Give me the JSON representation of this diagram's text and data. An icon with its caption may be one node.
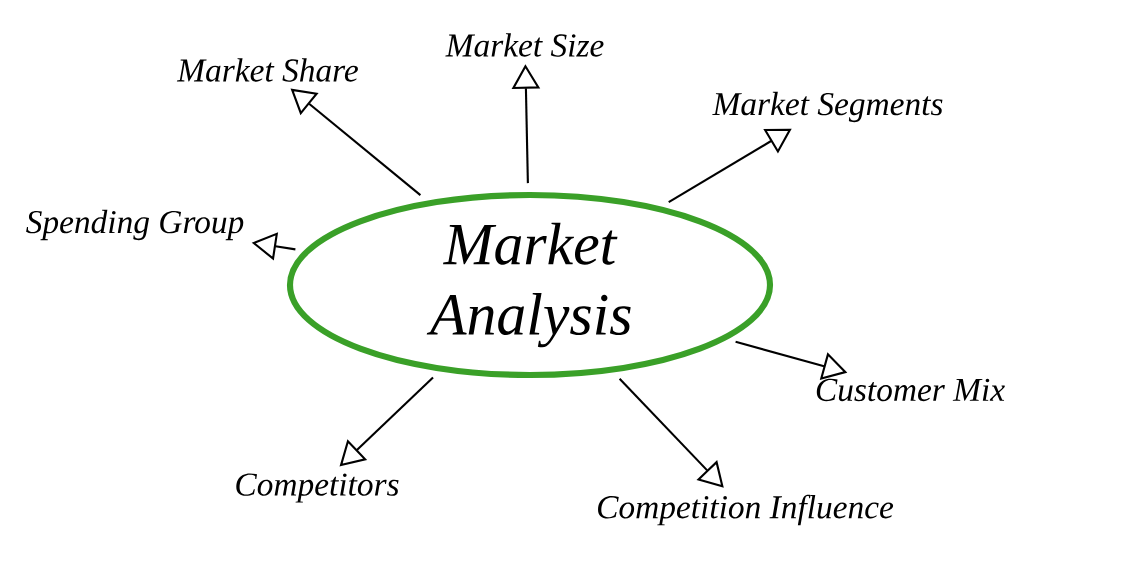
{
  "diagram": {
    "nodes": [
      {
        "text": [
          "Market Analysis"
        ]
      },
      {
        "text": [
          "Market Share"
        ]
      },
      {
        "text": [
          "Market Size"
        ]
      },
      {
        "text": [
          "Market Segments"
        ]
      },
      {
        "text": [
          "Spending Group"
        ]
      },
      {
        "text": [
          "Customer Mix"
        ]
      },
      {
        "text": [
          "Competitors"
        ]
      },
      {
        "text": [
          "Competition Influence"
        ]
      }
    ],
    "edges": [
      {
        "from": 0,
        "to": 1,
        "arrow": "to"
      },
      {
        "from": 0,
        "to": 2,
        "arrow": "to"
      },
      {
        "from": 0,
        "to": 3,
        "arrow": "to"
      },
      {
        "from": 0,
        "to": 4,
        "arrow": "to"
      },
      {
        "from": 0,
        "to": 5,
        "arrow": "to"
      },
      {
        "from": 0,
        "to": 6,
        "arrow": "to"
      },
      {
        "from": 0,
        "to": 7,
        "arrow": "to"
      }
    ]
  }
}
